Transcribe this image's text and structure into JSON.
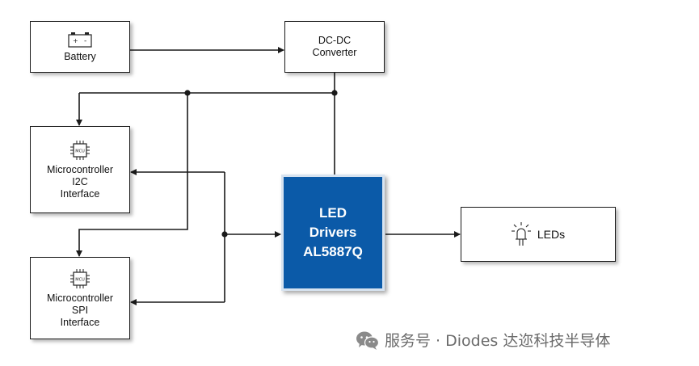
{
  "diagram": {
    "blocks": {
      "battery": {
        "label": "Battery",
        "icon": "battery-icon"
      },
      "dcdc": {
        "line1": "DC-DC",
        "line2": "Converter"
      },
      "mcu_i2c": {
        "icon_text": "MCU",
        "line1": "Microcontroller",
        "line2": "I2C",
        "line3": "Interface",
        "icon": "chip-icon"
      },
      "mcu_spi": {
        "icon_text": "MCU",
        "line1": "Microcontroller",
        "line2": "SPI",
        "line3": "Interface",
        "icon": "chip-icon"
      },
      "driver": {
        "line1": "LED",
        "line2": "Drivers",
        "line3": "AL5887Q"
      },
      "leds": {
        "label": "LEDs",
        "icon": "led-bulb-icon"
      }
    },
    "colors": {
      "driver_fill": "#0b5aa8",
      "line": "#1a1a1a",
      "watermark": "#6b6b6b"
    },
    "connections": [
      {
        "from": "battery",
        "to": "dcdc"
      },
      {
        "from": "dcdc",
        "to": "mcu_i2c"
      },
      {
        "from": "dcdc",
        "to": "mcu_spi"
      },
      {
        "from": "dcdc",
        "to": "driver"
      },
      {
        "from": "mcu_i2c",
        "to": "driver",
        "bidirectional": true
      },
      {
        "from": "mcu_spi",
        "to": "driver",
        "bidirectional": true
      },
      {
        "from": "driver",
        "to": "leds"
      }
    ]
  },
  "watermark": {
    "text": "服务号 · Diodes 达迩科技半导体",
    "icon": "wechat-icon"
  }
}
